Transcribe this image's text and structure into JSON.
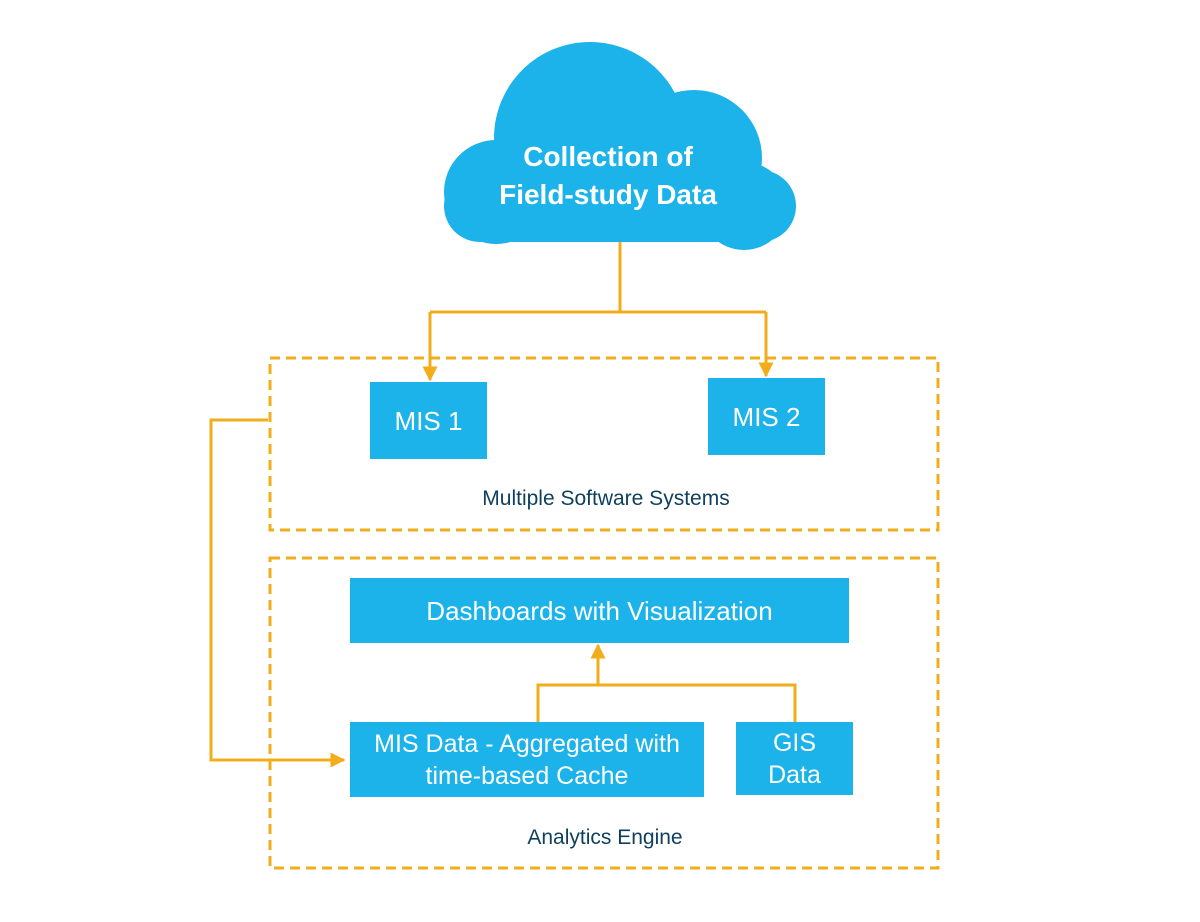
{
  "colors": {
    "cloud": "#1cb3ea",
    "box": "#1cb3ea",
    "connector": "#f2ad1b",
    "caption": "#0e3f5d"
  },
  "cloud": {
    "line1": "Collection of",
    "line2": "Field-study Data"
  },
  "software_group": {
    "caption": "Multiple Software Systems",
    "mis1": "MIS 1",
    "mis2": "MIS 2"
  },
  "analytics_group": {
    "caption": "Analytics Engine",
    "dashboards": "Dashboards with Visualization",
    "mis_data_line1": "MIS Data - Aggregated with",
    "mis_data_line2": "time-based Cache",
    "gis_line1": "GIS",
    "gis_line2": "Data"
  }
}
